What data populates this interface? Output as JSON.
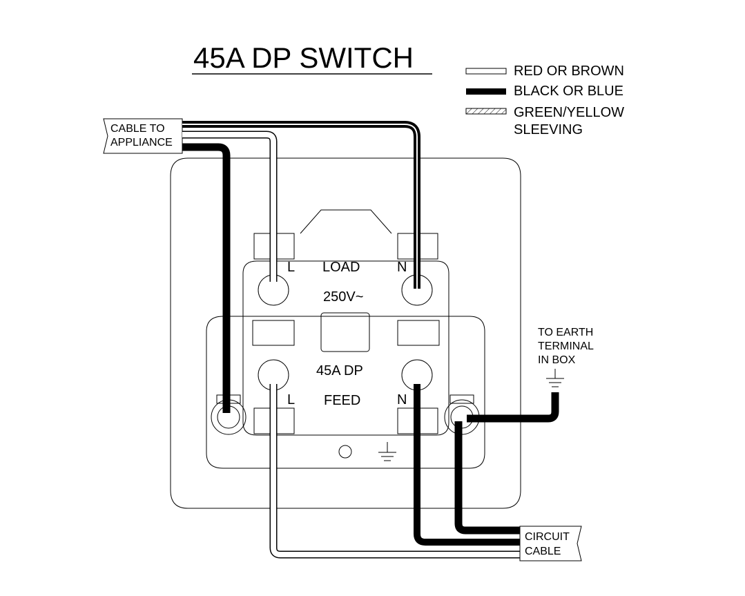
{
  "title": "45A DP SWITCH",
  "legend": [
    {
      "label": "RED OR BROWN"
    },
    {
      "label": "BLACK OR BLUE"
    },
    {
      "label_line1": "GREEN/YELLOW",
      "label_line2": "SLEEVING"
    }
  ],
  "labels": {
    "cable_to_appliance_line1": "CABLE TO",
    "cable_to_appliance_line2": "APPLIANCE",
    "load": "LOAD",
    "voltage": "250V~",
    "rating": "45A DP",
    "feed": "FEED",
    "terminal_l": "L",
    "terminal_n": "N",
    "earth_line1": "TO EARTH",
    "earth_line2": "TERMINAL",
    "earth_line3": "IN BOX",
    "circuit_line1": "CIRCUIT",
    "circuit_line2": "CABLE"
  },
  "colors": {
    "line": "#000000",
    "background": "#ffffff"
  }
}
